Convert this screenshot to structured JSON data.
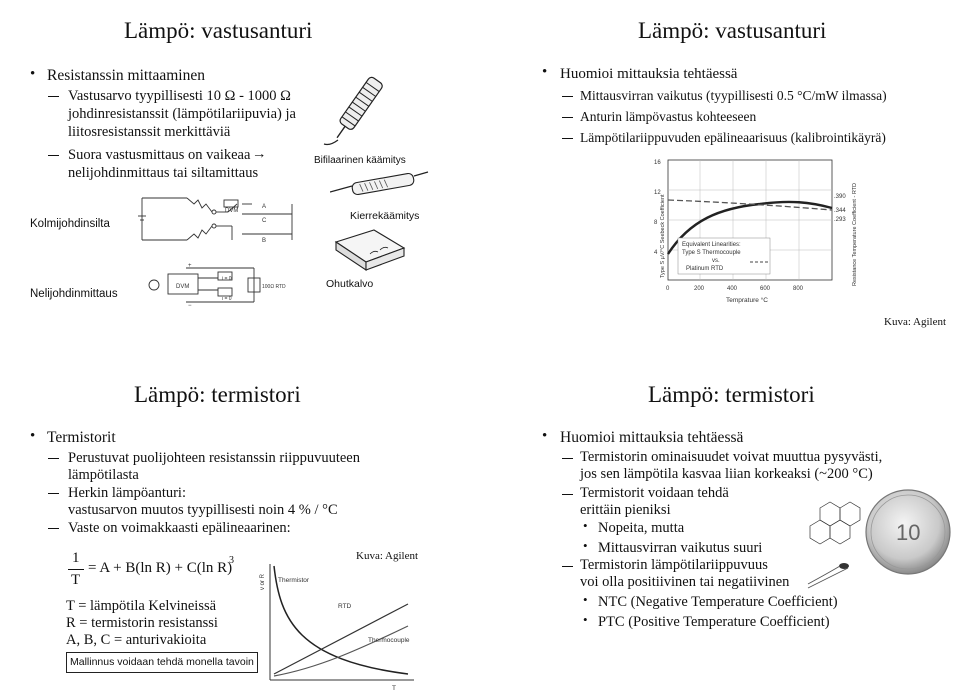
{
  "s1": {
    "title": "Lämpö: vastusanturi",
    "bullet": "Resistanssin mittaaminen",
    "d1a": "Vastusarvo tyypillisesti 10 Ω - 1000 Ω",
    "d1b": "johdinresistanssit (lämpötilariipuvia) ja",
    "d1c": "liitosresistanssit merkittäviä",
    "d2a": "Suora vastusmittaus on vaikeaa",
    "d2b": "nelijohdinmittaus tai siltamittaus",
    "bifilar": "Bifilaarinen käämitys",
    "bridge": "Kolmijohdinsilta",
    "kierre": "Kierrekäämitys",
    "ohut": "Ohutkalvo",
    "four": "Nelijohdinmittaus",
    "dvm": "DVM",
    "a": "A",
    "c": "C",
    "bb": "B",
    "plus": "+",
    "minus": "−",
    "i0a": "i = 0",
    "i0b": "i = 0",
    "rtd100": "100Ω RTD"
  },
  "s2": {
    "title": "Lämpö: vastusanturi",
    "bullet": "Huomioi mittauksia tehtäessä",
    "d1": "Mittausvirran vaikutus (tyypillisesti 0.5  °C/mW ilmassa)",
    "d2": "Anturin lämpövastus kohteeseen",
    "d3": "Lämpötilariippuvuden epälineaarisuus (kalibrointikäyrä)",
    "credit": "Kuva: Agilent",
    "chart": {
      "yleft": "Type S   µV/°C Seebeck Coefficient",
      "yright": "Resistance Temperature Coefficient - RTD",
      "xlabel": "Temprature °C",
      "legend1": "Equivalent Linearities:",
      "legend2": "Type S Thermocouple",
      "legend3": "vs.",
      "legend4": "Platinum RTD",
      "yticks": [
        "16",
        "12",
        "8",
        "4"
      ],
      "xticks": [
        "0",
        "200",
        "400",
        "600",
        "800"
      ],
      "rticks": [
        ".390",
        ".344",
        ".293"
      ]
    }
  },
  "s3": {
    "title": "Lämpö: termistori",
    "bullet": "Termistorit",
    "d1a": "Perustuvat puolijohteen resistanssin riippuvuuteen",
    "d1b": "lämpötilasta",
    "d2a": "Herkin lämpöanturi:",
    "d2b": "vastusarvon muutos tyypillisesti noin 4 % / °C",
    "d3": "Vaste on voimakkaasti epälineaarinen:",
    "f_num": "1",
    "f_den": "T",
    "f_rhs": "= A + B(ln R) + C(ln R)",
    "f_exp": "3",
    "def1": "T = lämpötila Kelvineissä",
    "def2": "R = termistorin resistanssi",
    "def3": "A, B, C = anturivakioita",
    "note": "Mallinnus voidaan tehdä monella tavoin",
    "credit": "Kuva: Agilent",
    "g_y": "v or R",
    "g_x": "T",
    "g_th": "Thermistor",
    "g_rtd": "RTD",
    "g_tc": "Thermocouple"
  },
  "s4": {
    "title": "Lämpö: termistori",
    "bullet": "Huomioi mittauksia tehtäessä",
    "d1a": "Termistorin ominaisuudet voivat muuttua pysyvästi,",
    "d1b": "jos sen lämpötila kasvaa liian korkeaksi (~200 °C)",
    "d2a": "Termistorit voidaan tehdä",
    "d2b": "erittäin pieniksi",
    "sub1": "Nopeita, mutta",
    "sub2": "Mittausvirran vaikutus suuri",
    "d3a": "Termistorin lämpötilariippuvuus",
    "d3b": "voi olla positiivinen tai negatiivinen",
    "sub3": "NTC (Negative Temperature Coefficient)",
    "sub4": "PTC (Positive Temperature Coefficient)"
  }
}
